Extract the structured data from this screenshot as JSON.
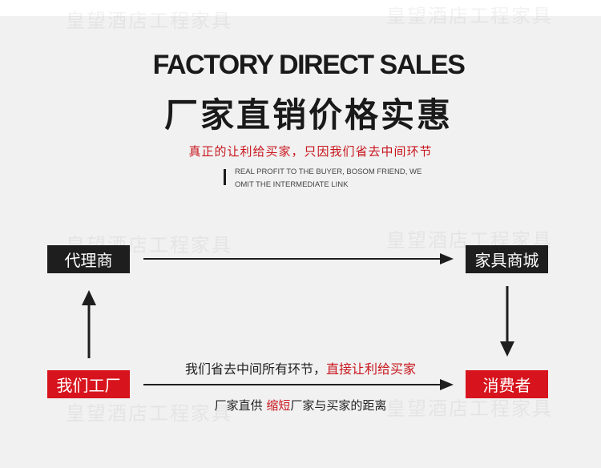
{
  "header": {
    "title_en": "FACTORY DIRECT SALES",
    "title_cn": "厂家直销价格实惠",
    "subtitle": "真正的让利给买家，只因我们省去中间环节",
    "desc_line1": "REAL PROFIT TO THE BUYER, BOSOM FRIEND, WE",
    "desc_line2": "OMIT THE INTERMEDIATE LINK"
  },
  "watermark": "皇望酒店工程家具",
  "flow": {
    "agent": "代理商",
    "store": "家具商城",
    "factory": "我们工厂",
    "consumer": "消费者",
    "middle_text_black": "我们省去中间所有环节，",
    "middle_text_red": "直接让利给买家",
    "bottom_text_a": "厂家直供 ",
    "bottom_text_red": "缩短",
    "bottom_text_b": "厂家与买家的距离"
  },
  "colors": {
    "background": "#f1f1f1",
    "dark": "#1e1e1e",
    "accent_red": "#d7141d"
  }
}
